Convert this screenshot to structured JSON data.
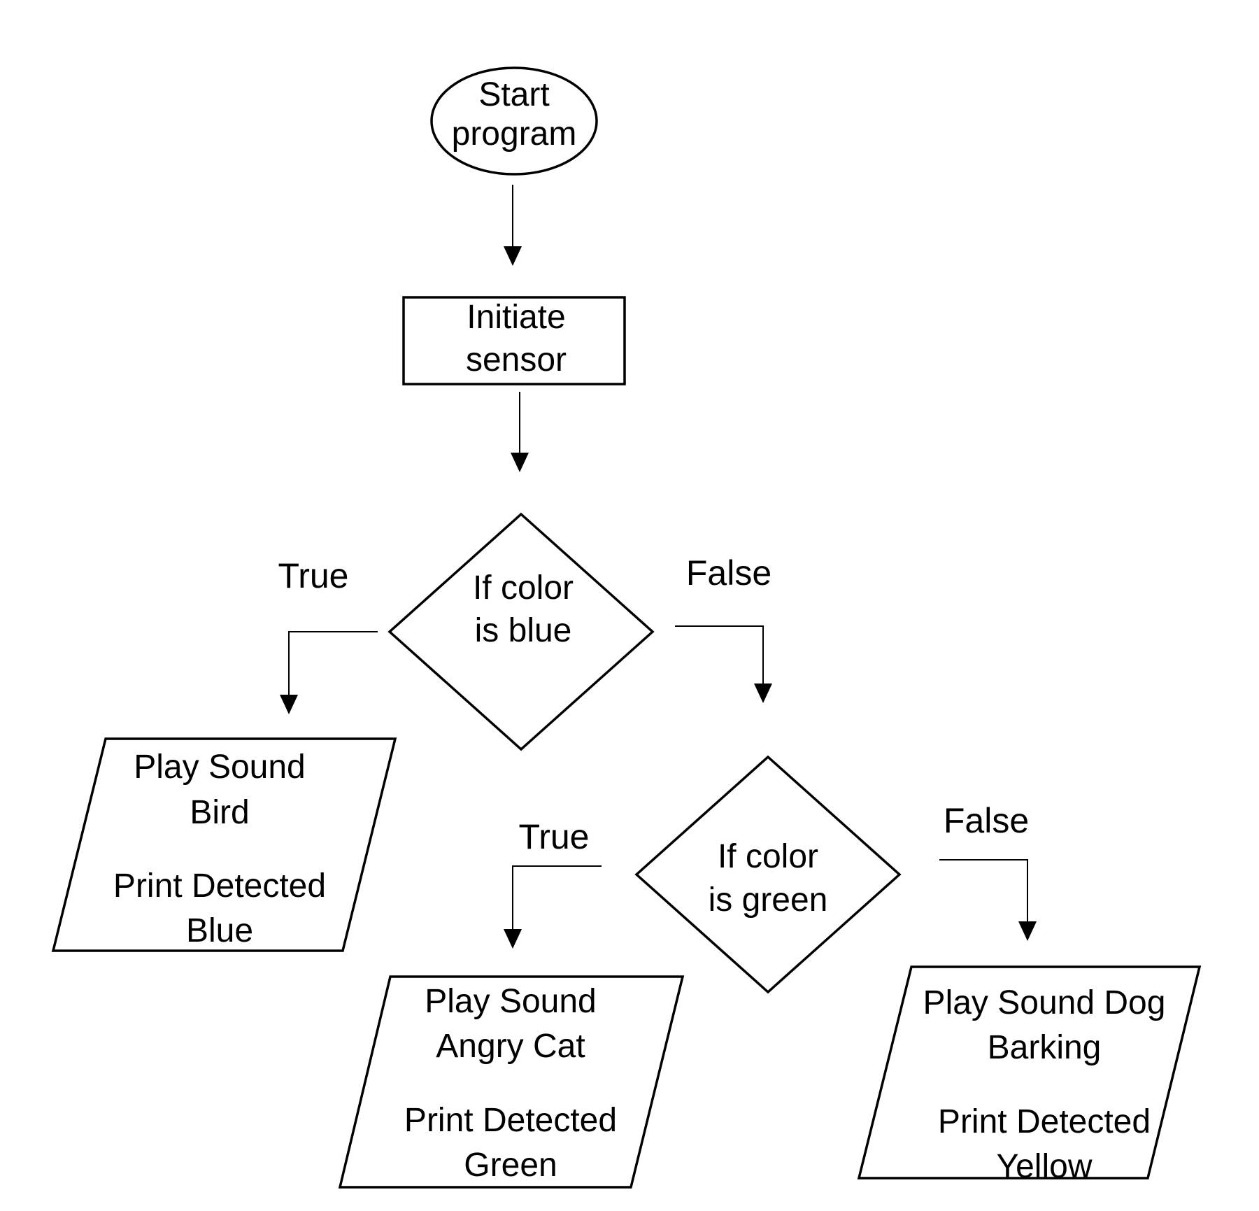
{
  "diagram": {
    "type": "flowchart",
    "nodes": {
      "start": {
        "shape": "ellipse",
        "lines": [
          "Start",
          "program"
        ]
      },
      "init": {
        "shape": "rectangle",
        "lines": [
          "Initiate",
          "sensor"
        ]
      },
      "decision_blue": {
        "shape": "diamond",
        "lines": [
          "If color",
          "is blue"
        ]
      },
      "decision_green": {
        "shape": "diamond",
        "lines": [
          "If color",
          "is green"
        ]
      },
      "output_blue": {
        "shape": "parallelogram",
        "lines": [
          "Play Sound",
          "Bird",
          "Print Detected",
          "Blue"
        ]
      },
      "output_green": {
        "shape": "parallelogram",
        "lines": [
          "Play Sound",
          "Angry Cat",
          "Print Detected",
          "Green"
        ]
      },
      "output_yellow": {
        "shape": "parallelogram",
        "lines": [
          "Play Sound Dog",
          "Barking",
          "Print Detected",
          "Yellow"
        ]
      }
    },
    "edge_labels": {
      "blue_true": "True",
      "blue_false": "False",
      "green_true": "True",
      "green_false": "False"
    },
    "edges": [
      {
        "from": "start",
        "to": "init"
      },
      {
        "from": "init",
        "to": "decision_blue"
      },
      {
        "from": "decision_blue",
        "to": "output_blue",
        "label": "True"
      },
      {
        "from": "decision_blue",
        "to": "decision_green",
        "label": "False"
      },
      {
        "from": "decision_green",
        "to": "output_green",
        "label": "True"
      },
      {
        "from": "decision_green",
        "to": "output_yellow",
        "label": "False"
      }
    ]
  }
}
